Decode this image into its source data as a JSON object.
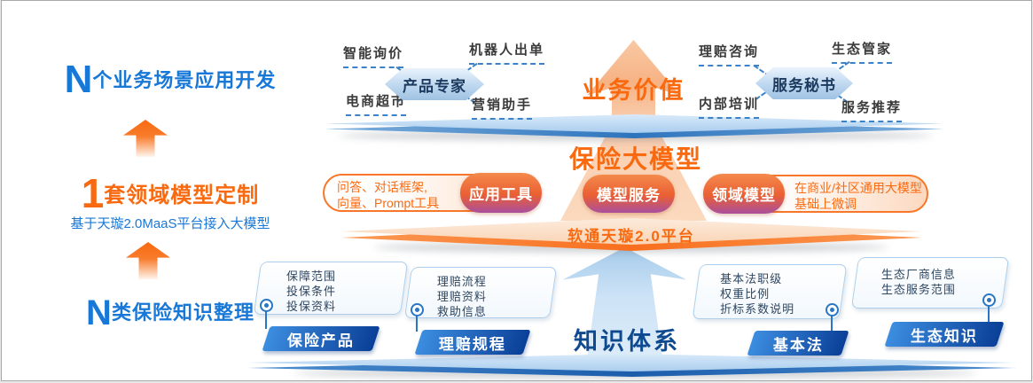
{
  "left_panel": {
    "scenario": {
      "prefix": "N",
      "label": "个业务场景应用开发"
    },
    "model": {
      "prefix": "1",
      "label": "套领域模型定制",
      "subtitle": "基于天璇2.0MaaS平台接入大模型"
    },
    "knowledge": {
      "prefix": "N",
      "label": "类保险知识整理"
    }
  },
  "value_layer": {
    "title": "业务价值",
    "product_expert": {
      "title": "产品专家",
      "items": [
        "智能询价",
        "机器人出单",
        "电商超市",
        "营销助手"
      ]
    },
    "service_secretary": {
      "title": "服务秘书",
      "items": [
        "理赔咨询",
        "生态管家",
        "内部培训",
        "服务推荐"
      ]
    }
  },
  "model_layer": {
    "title": "保险大模型",
    "app_tools": {
      "pill": "应用工具",
      "desc_line1": "问答、对话框架,",
      "desc_line2": "向量、Prompt工具"
    },
    "model_service": {
      "pill": "模型服务"
    },
    "domain_model": {
      "pill": "领域模型",
      "desc_line1": "在商业/社区通用大模型",
      "desc_line2": "基础上微调"
    },
    "platform": "软通天璇2.0平台"
  },
  "knowledge_layer": {
    "title": "知识体系",
    "groups": [
      {
        "label": "保险产品",
        "items": [
          "保障范围",
          "投保条件",
          "投保资料"
        ]
      },
      {
        "label": "理赔规程",
        "items": [
          "理赔流程",
          "理赔资料",
          "救助信息"
        ]
      },
      {
        "label": "基本法",
        "items": [
          "基本法职级",
          "权重比例",
          "折标系数说明"
        ]
      },
      {
        "label": "生态知识",
        "items": [
          "生态厂商信息",
          "生态服务范围"
        ]
      }
    ]
  },
  "colors": {
    "accent_orange": "#f96a10",
    "accent_blue": "#1878d8",
    "dark_navy": "#0d4a8f",
    "pill_gradient_bottom": "#a94f9e"
  }
}
